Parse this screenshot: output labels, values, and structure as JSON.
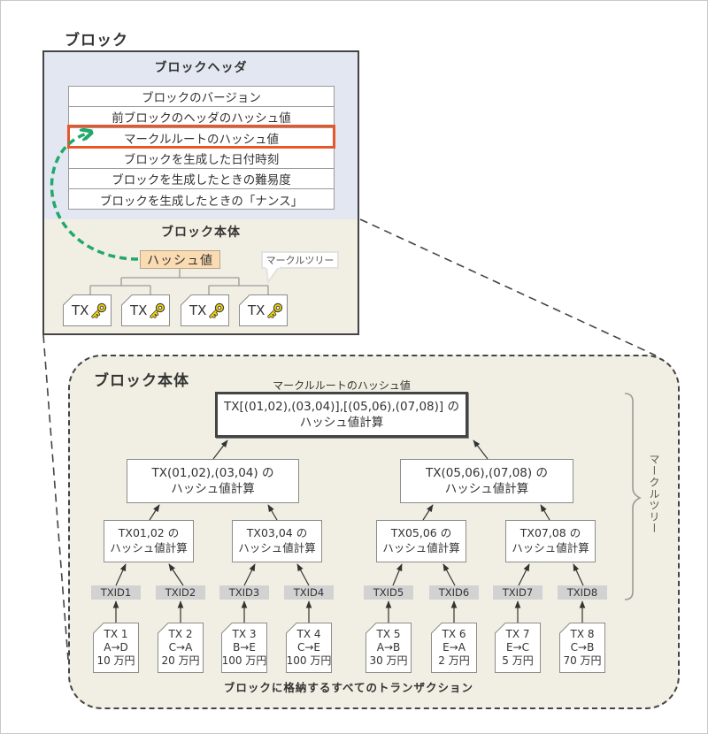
{
  "outer_title": "ブロック",
  "header": {
    "title": "ブロックヘッダ",
    "fields": [
      "ブロックのバージョン",
      "前ブロックのヘッダのハッシュ値",
      "マークルルートのハッシュ値",
      "ブロックを生成した日付時刻",
      "ブロックを生成したときの難易度",
      "ブロックを生成したときの「ナンス」"
    ],
    "highlighted_field": "マークルルートのハッシュ値"
  },
  "body": {
    "title": "ブロック本体",
    "hash_label": "ハッシュ値",
    "callout": "マークルツリー",
    "tx_items": [
      {
        "label": "TX",
        "icon": "key-icon"
      },
      {
        "label": "TX",
        "icon": "key-icon"
      },
      {
        "label": "TX",
        "icon": "key-icon"
      },
      {
        "label": "TX",
        "icon": "key-icon"
      }
    ]
  },
  "detail": {
    "title": "ブロック本体",
    "root_label": "マークルルートのハッシュ値",
    "root": {
      "line1": "TX[(01,02),(03,04)],[(05,06),(07,08)] の",
      "line2": "ハッシュ値計算"
    },
    "level2": [
      {
        "line1": "TX(01,02),(03,04) の",
        "line2": "ハッシュ値計算"
      },
      {
        "line1": "TX(05,06),(07,08) の",
        "line2": "ハッシュ値計算"
      }
    ],
    "level3": [
      {
        "line1": "TX01,02 の",
        "line2": "ハッシュ値計算"
      },
      {
        "line1": "TX03,04 の",
        "line2": "ハッシュ値計算"
      },
      {
        "line1": "TX05,06 の",
        "line2": "ハッシュ値計算"
      },
      {
        "line1": "TX07,08 の",
        "line2": "ハッシュ値計算"
      }
    ],
    "txids": [
      "TXID1",
      "TXID2",
      "TXID3",
      "TXID4",
      "TXID5",
      "TXID6",
      "TXID7",
      "TXID8"
    ],
    "transactions": [
      {
        "id": "TX 1",
        "transfer": "A→D",
        "amount": "10 万円"
      },
      {
        "id": "TX 2",
        "transfer": "C→A",
        "amount": "20 万円"
      },
      {
        "id": "TX 3",
        "transfer": "B→E",
        "amount": "100 万円"
      },
      {
        "id": "TX 4",
        "transfer": "C→E",
        "amount": "100 万円"
      },
      {
        "id": "TX 5",
        "transfer": "A→B",
        "amount": "30 万円"
      },
      {
        "id": "TX 6",
        "transfer": "E→A",
        "amount": "2 万円"
      },
      {
        "id": "TX 7",
        "transfer": "E→C",
        "amount": "5 万円"
      },
      {
        "id": "TX 8",
        "transfer": "C→B",
        "amount": "70 万円"
      }
    ],
    "brace_label": "マークルツリー",
    "caption": "ブロックに格納するすべてのトランザクション"
  },
  "colors": {
    "header_bg": "#e3e7f1",
    "body_bg": "#f1efe3",
    "highlight": "#e8572a",
    "hash_box": "#fbdcb2",
    "green_arrow": "#22a86b",
    "key": "#f2d400",
    "txid_bg": "#d2d2d2"
  }
}
